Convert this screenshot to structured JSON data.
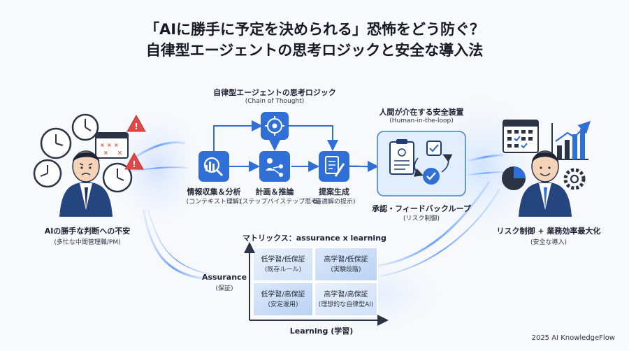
{
  "title": {
    "line1": "「AIに勝手に予定を決められる」恐怖をどう防ぐ？",
    "line2": "自律型エージェントの思考ロジックと安全な導入法"
  },
  "left": {
    "label": "AIの勝手な判断への不安",
    "sub": "(多忙な中間管理職/PM)"
  },
  "cot": {
    "title": "自律型エージェントの思考ロジック",
    "subtitle": "(Chain of Thought)",
    "steps": [
      {
        "label": "情報収集＆分析",
        "sub": "(コンテキスト理解)",
        "icon": "magnifier-chart-icon"
      },
      {
        "label": "計画＆推論",
        "sub": "(ステップバイステップ思考)",
        "icon": "planning-network-icon"
      },
      {
        "label": "提案生成",
        "sub": "(最適解の提示)",
        "icon": "document-pen-icon"
      }
    ],
    "top_icon": "brain-gear-icon"
  },
  "hitl": {
    "title": "人間が介在する安全装置",
    "subtitle": "(Human-in-the-loop)",
    "label": "承認・フィードバックループ",
    "sub": "(リスク制御)"
  },
  "right": {
    "label": "リスク制御 + 業務効率最大化",
    "sub": "(安全な導入)"
  },
  "matrix": {
    "title": "マトリックス：assurance x learning",
    "y_label": "Assurance",
    "y_sub": "(保証)",
    "x_label": "Learning (学習)",
    "cells": [
      {
        "title": "低学習/低保証",
        "sub": "(既存ルール)"
      },
      {
        "title": "高学習/低保証",
        "sub": "(実験段階)"
      },
      {
        "title": "低学習/高保証",
        "sub": "(安定運用)"
      },
      {
        "title": "高学習/高保証",
        "sub": "(理想的な自律型AI)"
      }
    ]
  },
  "footer": {
    "brand": "2025 AI KnowledgeFlow"
  },
  "colors": {
    "accent": "#2f6fd6",
    "navy": "#1f3d73",
    "warning": "#e04848",
    "glow": "#6fa8ff"
  }
}
